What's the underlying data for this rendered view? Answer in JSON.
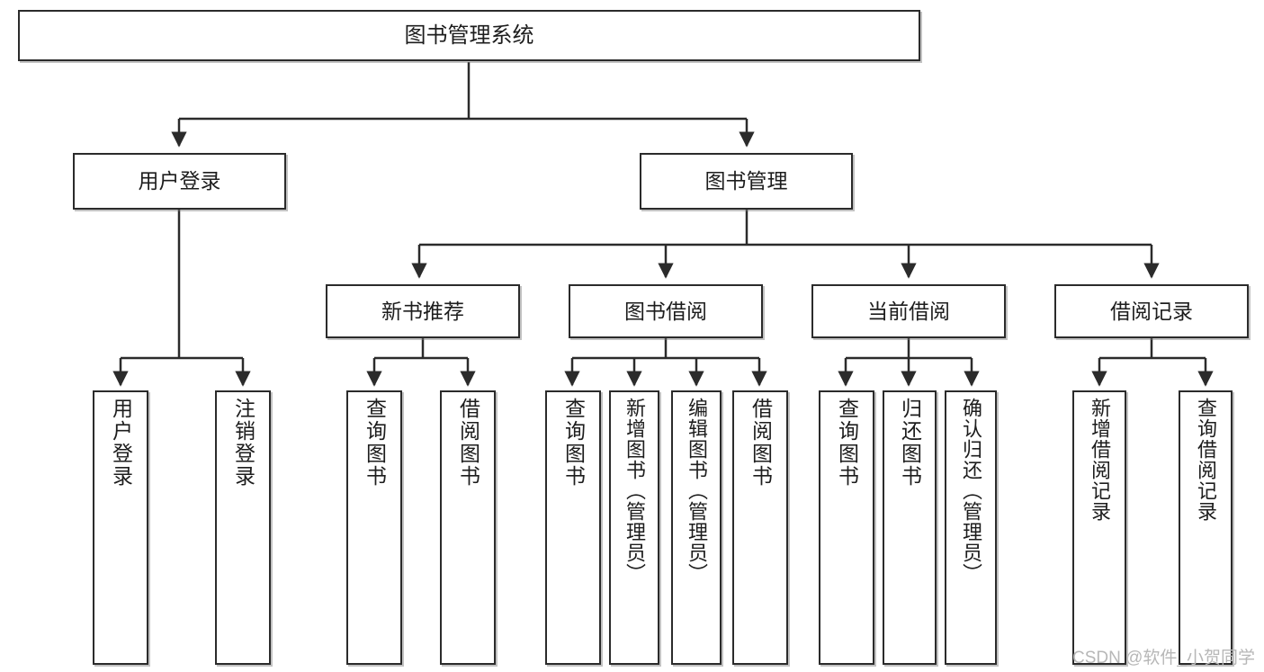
{
  "diagram": {
    "type": "hierarchy-tree",
    "title": "图书管理系统",
    "watermark": "CSDN @软件_小贺同学",
    "colors": {
      "box_border": "#2b2b2b",
      "box_fill": "#ffffff",
      "connector": "#2b2b2b",
      "watermark": "#b7b7b7"
    },
    "levels": {
      "root": {
        "label": "图书管理系统"
      },
      "level2": [
        {
          "id": "user-login",
          "label": "用户登录"
        },
        {
          "id": "book-manage",
          "label": "图书管理"
        }
      ],
      "level3": [
        {
          "id": "new-book-recommend",
          "label": "新书推荐"
        },
        {
          "id": "book-borrow",
          "label": "图书借阅"
        },
        {
          "id": "current-borrow",
          "label": "当前借阅"
        },
        {
          "id": "borrow-record",
          "label": "借阅记录"
        }
      ],
      "leaves": [
        {
          "id": "leaf-user-login",
          "label": "用户登录",
          "parent": "user-login"
        },
        {
          "id": "leaf-logout-login",
          "label": "注销登录",
          "parent": "user-login"
        },
        {
          "id": "leaf-query-book-1",
          "label": "查询图书",
          "parent": "new-book-recommend"
        },
        {
          "id": "leaf-borrow-book-1",
          "label": "借阅图书",
          "parent": "new-book-recommend"
        },
        {
          "id": "leaf-query-book-2",
          "label": "查询图书",
          "parent": "book-borrow"
        },
        {
          "id": "leaf-add-book",
          "label": "新增图书（管理员）",
          "parent": "book-borrow"
        },
        {
          "id": "leaf-edit-book",
          "label": "编辑图书（管理员）",
          "parent": "book-borrow"
        },
        {
          "id": "leaf-borrow-book-2",
          "label": "借阅图书",
          "parent": "book-borrow"
        },
        {
          "id": "leaf-query-book-3",
          "label": "查询图书",
          "parent": "current-borrow"
        },
        {
          "id": "leaf-return-book",
          "label": "归还图书",
          "parent": "current-borrow"
        },
        {
          "id": "leaf-confirm-return",
          "label": "确认归还（管理员）",
          "parent": "current-borrow"
        },
        {
          "id": "leaf-add-record",
          "label": "新增借阅记录",
          "parent": "borrow-record"
        },
        {
          "id": "leaf-query-record",
          "label": "查询借阅记录",
          "parent": "borrow-record"
        }
      ]
    }
  }
}
